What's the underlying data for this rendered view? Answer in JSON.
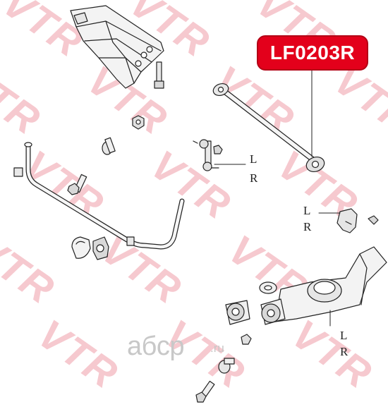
{
  "part_number": "LF0203R",
  "watermark": "VTR",
  "brand": {
    "logo_text": "aбcp",
    "tld": ".ru"
  },
  "side_labels": {
    "link": {
      "left": "L",
      "right": "R"
    },
    "mount": {
      "left": "L",
      "right": "R"
    },
    "arm": {
      "left": "L",
      "right": "R"
    }
  },
  "colors": {
    "badge": "#e3001b",
    "watermark": "#f6c9cf",
    "line": "#222222"
  }
}
